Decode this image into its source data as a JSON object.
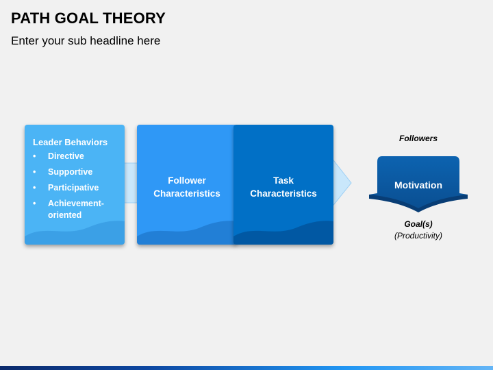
{
  "slide": {
    "title": "PATH GOAL THEORY",
    "subtitle": "Enter your sub headline here"
  },
  "cards": [
    {
      "heading": "Leader Behaviors",
      "items": [
        "Directive",
        "Supportive",
        "Participative",
        "Achievement-oriented"
      ],
      "color": "#4bb4f5"
    },
    {
      "label_lines": [
        "Follower",
        "Characteristics"
      ],
      "color": "#2f98f6"
    },
    {
      "label_lines": [
        "Task",
        "Characteristics"
      ],
      "color": "#0170c6"
    }
  ],
  "outcome": {
    "followers_label": "Followers",
    "motivation_label": "Motivation",
    "goal_label": "Goal(s)",
    "goal_sub": "(Productivity)",
    "color": "#0b5aa3"
  },
  "colors": {
    "arrow": "#c9e7fb",
    "background": "#f1f1f1"
  }
}
